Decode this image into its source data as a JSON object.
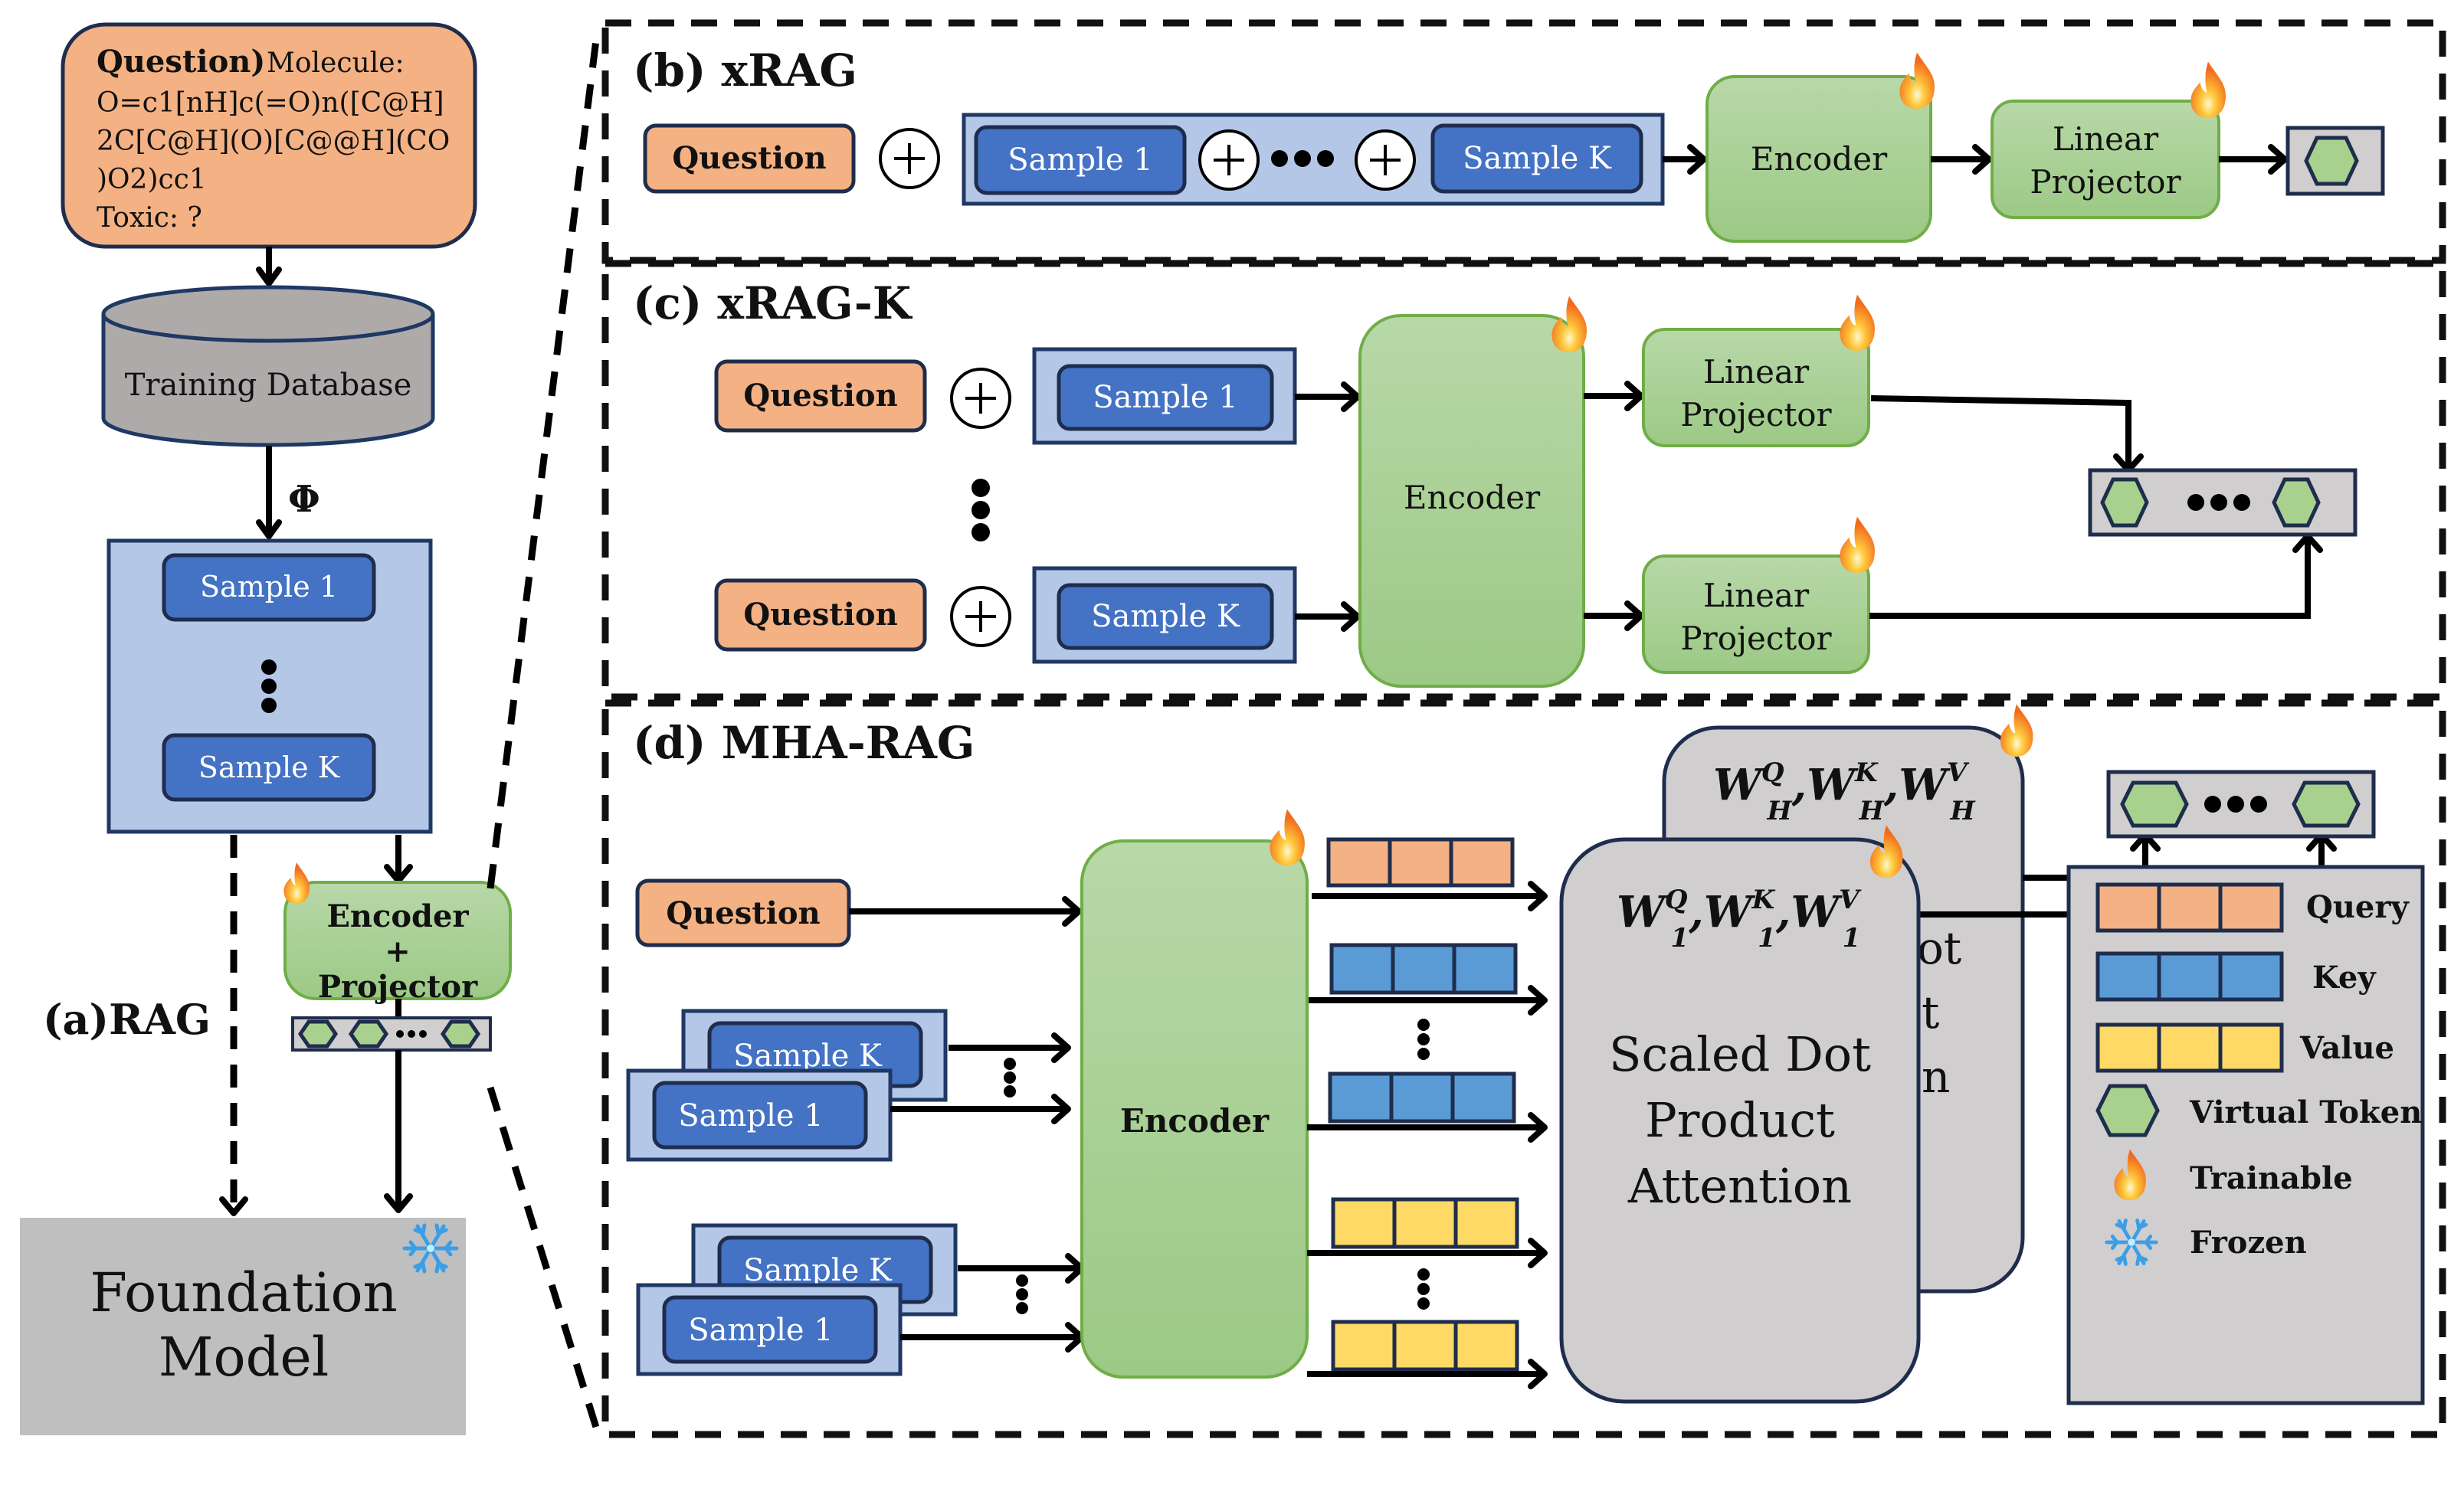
{
  "colors": {
    "question": "#f4b183",
    "sample": "#4472c4",
    "sample_container": "#b4c7e7",
    "encoder_top": "#b8d8a8",
    "encoder_bottom": "#9cc985",
    "virtual_token": "#a9d18e",
    "token_bar": "#d0cece",
    "foundation": "#bfbfbf",
    "key": "#5b9bd5",
    "value": "#ffd966"
  },
  "panel_a": {
    "label": "(a)RAG",
    "question_title": "Question)",
    "question_lines": [
      "Molecule:",
      "O=c1[nH]c(=O)n([C@H]",
      "2C[C@H](O)[C@@H](CO",
      ")O2)cc1",
      "Toxic: ?"
    ],
    "database": "Training Database",
    "phi": "Φ",
    "samples": [
      "Sample 1",
      "Sample K"
    ],
    "encoder_lines": [
      "Encoder",
      "+",
      "Projector"
    ],
    "foundation_lines": [
      "Foundation",
      "Model"
    ]
  },
  "panel_b": {
    "label": "(b) xRAG",
    "question": "Question",
    "samples": [
      "Sample 1",
      "Sample K"
    ],
    "encoder": "Encoder",
    "projector_lines": [
      "Linear",
      "Projector"
    ]
  },
  "panel_c": {
    "label": "(c) xRAG-K",
    "questions": [
      "Question",
      "Question"
    ],
    "samples": [
      "Sample 1",
      "Sample K"
    ],
    "encoder": "Encoder",
    "projector_lines": [
      "Linear",
      "Projector"
    ]
  },
  "panel_d": {
    "label": "(d) MHA-RAG",
    "question": "Question",
    "samples_group1": [
      "Sample K",
      "Sample 1"
    ],
    "samples_group2": [
      "Sample K",
      "Sample 1"
    ],
    "encoder": "Encoder",
    "head_back_weights": "W",
    "head_back_sub": "H",
    "head_front_sub": "1",
    "sup": [
      "Q",
      "K",
      "V"
    ],
    "attention_lines": [
      "Scaled Dot",
      "Product",
      "Attention"
    ],
    "back_visible_fragments": [
      "ot",
      "t",
      "n"
    ]
  },
  "legend": {
    "items": [
      {
        "label": "Query"
      },
      {
        "label": "Key"
      },
      {
        "label": "Value"
      },
      {
        "label": "Virtual Token"
      },
      {
        "label": "Trainable"
      },
      {
        "label": "Frozen"
      }
    ]
  }
}
